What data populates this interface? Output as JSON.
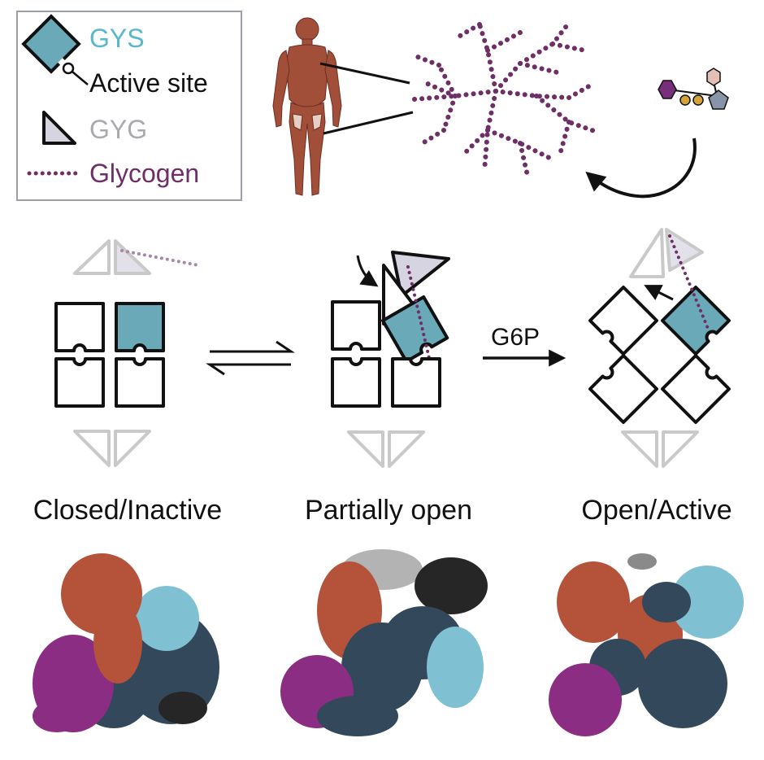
{
  "legend": {
    "gys_label": "GYS",
    "active_site_label": "Active site",
    "gyg_label": "GYG",
    "glycogen_label": "Glycogen"
  },
  "reaction": {
    "effector_label": "G6P"
  },
  "states": [
    {
      "label": "Closed/Inactive"
    },
    {
      "label": "Partially open"
    },
    {
      "label": "Open/Active"
    }
  ],
  "colors": {
    "gys": "#6aaab8",
    "gys_text": "#56b8c8",
    "gyg_fill": "#d6d4e0",
    "gyg_text": "#a9a9b0",
    "glycogen": "#6e2f67",
    "faded": "#c9c9c9",
    "outline": "#111111",
    "orange": "#b4533a",
    "purple": "#8a2d83",
    "dark_slate": "#33485a",
    "light_blue": "#7fc1d3",
    "gray": "#b3b3b3",
    "black": "#262626"
  }
}
